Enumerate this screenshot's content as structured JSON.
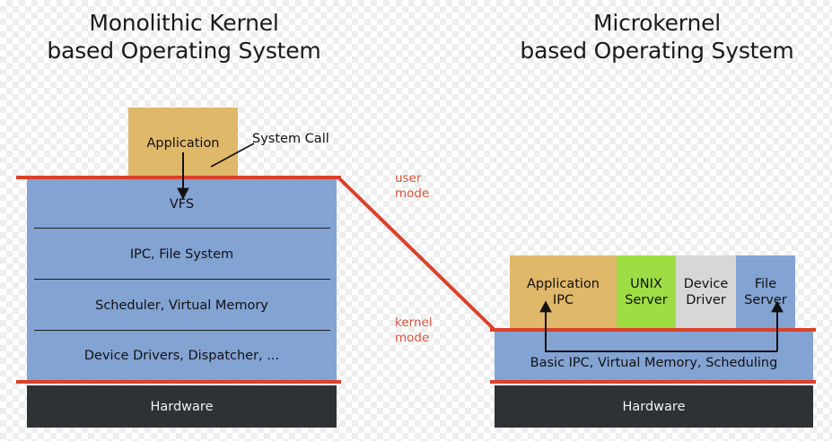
{
  "diagram": {
    "background_color": "#ffffff",
    "accent_red": "#d9422b",
    "colors": {
      "kernel_blue": "#83a3d3",
      "application_tan": "#e0b86a",
      "unix_green": "#9fdd45",
      "driver_grey": "#d7d7d7",
      "hardware_dark": "#2e3234"
    }
  },
  "left": {
    "title": "Monolithic Kernel\nbased Operating System",
    "application_box": "Application",
    "syscall_label": "System Call",
    "layers": [
      "VFS",
      "IPC, File System",
      "Scheduler, Virtual Memory",
      "Device Drivers, Dispatcher, ..."
    ],
    "hardware": "Hardware"
  },
  "right": {
    "title": "Microkernel\nbased Operating System",
    "servers": [
      "Application\nIPC",
      "UNIX\nServer",
      "Device\nDriver",
      "File\nServer"
    ],
    "microkernel": "Basic IPC, Virtual Memory, Scheduling",
    "hardware": "Hardware"
  },
  "modes": {
    "user": "user\nmode",
    "kernel": "kernel\nmode"
  }
}
